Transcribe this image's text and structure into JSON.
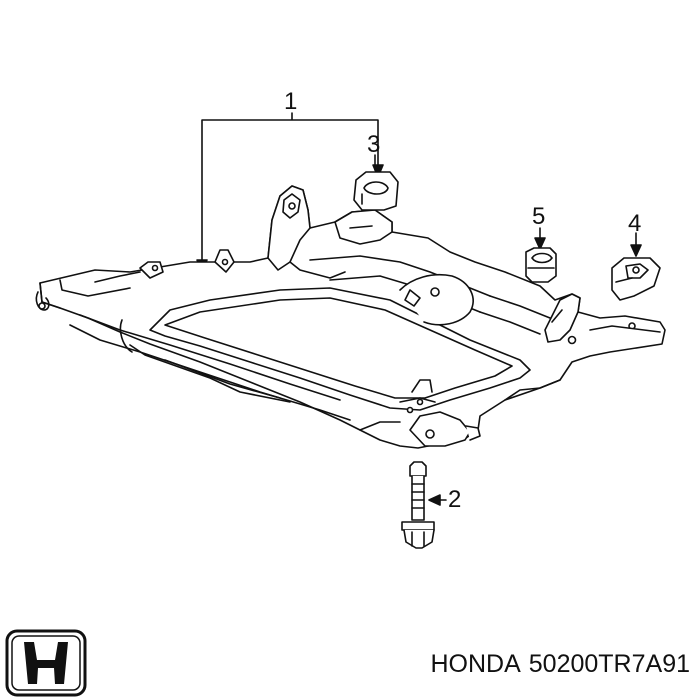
{
  "callouts": [
    {
      "id": "1",
      "label": "1"
    },
    {
      "id": "2",
      "label": "2"
    },
    {
      "id": "3",
      "label": "3"
    },
    {
      "id": "4",
      "label": "4"
    },
    {
      "id": "5",
      "label": "5"
    }
  ],
  "caption": {
    "brand": "HONDA",
    "part_number": "50200TR7A91"
  },
  "logo": {
    "name": "honda-h-logo",
    "text": "H"
  },
  "colors": {
    "line": "#111111",
    "background": "#ffffff"
  }
}
